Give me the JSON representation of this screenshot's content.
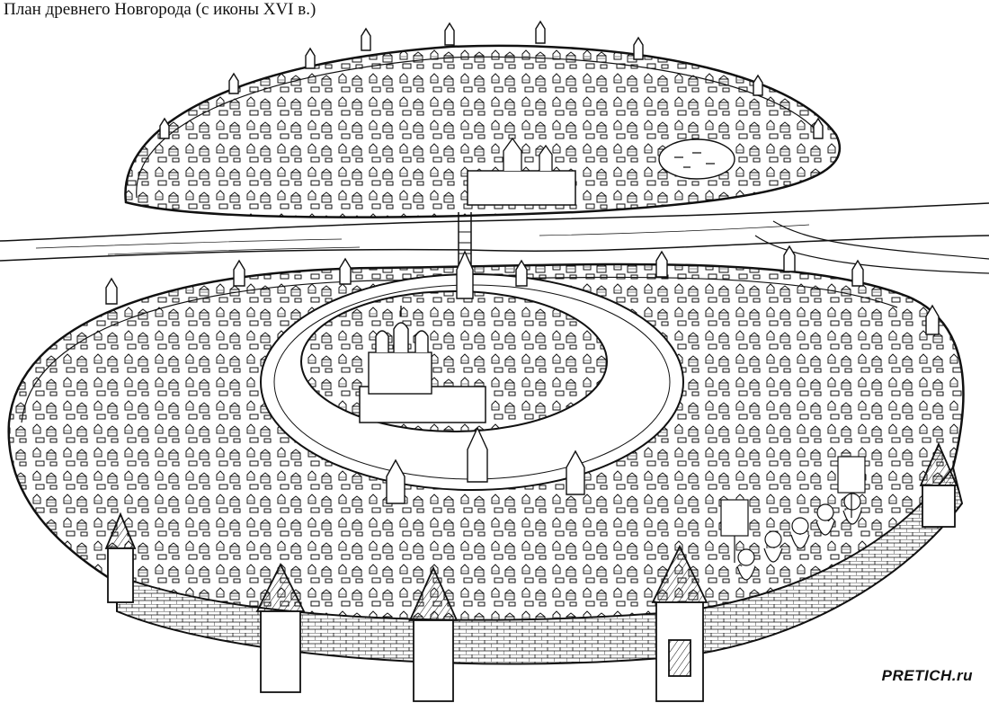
{
  "caption": "План древнего Новгорода (с иконы XVI в.)",
  "watermark": "PRETICH.ru",
  "illustration": {
    "style": "black-and-white engraving",
    "ink_color": "#111111",
    "paper_color": "#ffffff"
  }
}
